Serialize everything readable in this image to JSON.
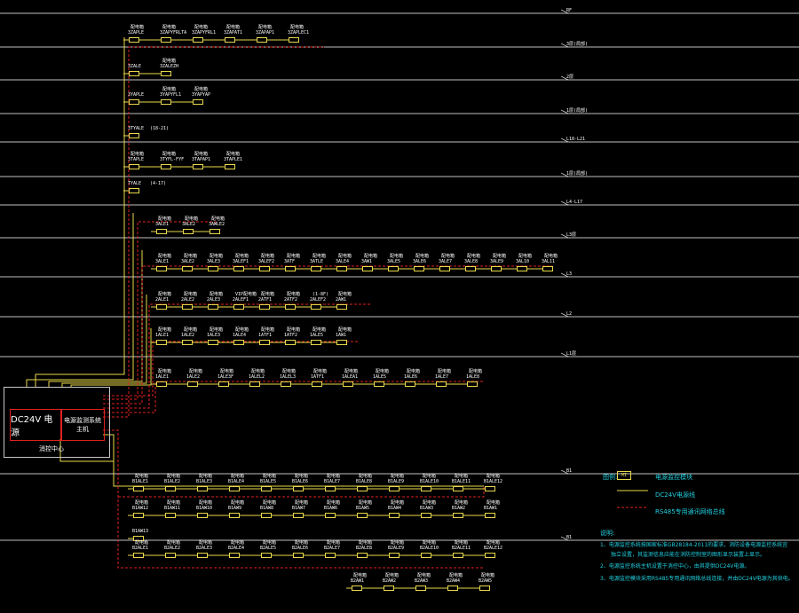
{
  "floors": [
    "RF",
    "3层(局部)",
    "2层",
    "1层(局部)",
    "L18-L21",
    "1层(局部)",
    "L4-L17",
    "L3层",
    "L3",
    "L2",
    "L1层",
    "B1",
    "B1"
  ],
  "risers": {
    "r1": {
      "labels": [
        "配电箱",
        "配电箱",
        "配电箱",
        "配电箱",
        "配电箱",
        "配电箱"
      ],
      "tags": [
        "3ZAPLE",
        "3ZAPYFRLTA",
        "3ZAPYFRL1",
        "3ZAPAT1",
        "3ZAPAP1",
        "3ZAPLEC1"
      ]
    },
    "r2": {
      "labels": [
        "",
        "配电箱"
      ],
      "tags": [
        "3ZALE",
        "3ZALEZH"
      ]
    },
    "r3": {
      "labels": [
        "",
        "配电箱",
        "配电箱"
      ],
      "tags": [
        "3YAPLE",
        "3YAPYFL1",
        "3YAPYAP"
      ]
    },
    "r4": {
      "labels": [
        ""
      ],
      "tags": [
        "3TYALE"
      ],
      "note": "(18-21)"
    },
    "r5": {
      "labels": [
        "配电箱",
        "配电箱",
        "配电箱",
        "配电箱"
      ],
      "tags": [
        "3TAPLE",
        "3TYFL-FYF",
        "3TAPAP1",
        "3TAPLE1"
      ]
    },
    "r6": {
      "labels": [
        ""
      ],
      "tags": [
        "TYALE"
      ],
      "note": "(4-17)"
    },
    "r7": {
      "labels": [
        "配电箱",
        "配电箱",
        "配电箱"
      ],
      "tags": [
        "3ALE1",
        "3ALE2",
        "3AWLE2"
      ]
    },
    "r8": {
      "labels": [
        "配电箱",
        "配电箱",
        "配电箱",
        "配电箱",
        "配电箱",
        "配电箱",
        "配电箱",
        "配电箱",
        "配电箱",
        "配电箱",
        "配电箱",
        "配电箱",
        "配电箱",
        "配电箱",
        "配电箱",
        "配电箱"
      ],
      "tags": [
        "3ALE1",
        "3ALE2",
        "3ALE3",
        "3ALEF1",
        "3ALEF2",
        "3ATF",
        "3ATLE",
        "3ALE4",
        "3AW1",
        "3ALE5",
        "3ALE6",
        "3ALE7",
        "3ALE8",
        "3ALE9",
        "3AL10",
        "3AL11"
      ]
    },
    "r9": {
      "labels": [
        "配电箱",
        "配电箱",
        "配电箱",
        "VIP配电箱",
        "配电箱",
        "配电箱",
        "(1-8F)",
        "配电箱"
      ],
      "tags": [
        "2ALE1",
        "2ALE2",
        "2ALE3",
        "2ALEF1",
        "2ATF1",
        "2ATF2",
        "2ALEF2",
        "2AW1"
      ]
    },
    "r10": {
      "labels": [
        "配电箱",
        "配电箱",
        "配电箱",
        "配电箱",
        "配电箱",
        "配电箱",
        "配电箱",
        "配电箱"
      ],
      "tags": [
        "1ALE1",
        "1ALE2",
        "1ALE3",
        "1ALE4",
        "1ATF1",
        "1ATF2",
        "1ALE5",
        "1AW1"
      ]
    },
    "r11": {
      "labels": [
        "配电箱",
        "配电箱",
        "配电箱",
        "配电箱",
        "配电箱",
        "配电箱",
        "配电箱",
        "配电箱",
        "配电箱",
        "配电箱",
        "配电箱"
      ],
      "tags": [
        "1ALE1",
        "1ALE2",
        "1ALE3F",
        "1ALEL2",
        "1ALEL3",
        "1ATF1",
        "1ALEA1",
        "1ALE5",
        "1ALE6",
        "1ALE7",
        "1ALE8"
      ]
    },
    "b1": {
      "labels": [
        "配电箱",
        "配电箱",
        "配电箱",
        "配电箱",
        "配电箱",
        "配电箱",
        "配电箱",
        "配电箱",
        "配电箱",
        "配电箱",
        "配电箱",
        "配电箱"
      ],
      "tags": [
        "B1ALE1",
        "B1ALE2",
        "B1ALE3",
        "B1ALE4",
        "B1ALE5",
        "B1ALE6",
        "B1ALE7",
        "B1ALE8",
        "B1ALE9",
        "B1ALE10",
        "B1ALE11",
        "B1ALE12"
      ]
    },
    "b2": {
      "labels": [
        "配电箱",
        "配电箱",
        "配电箱",
        "配电箱",
        "配电箱",
        "配电箱",
        "配电箱",
        "配电箱",
        "配电箱",
        "配电箱",
        "配电箱",
        "配电箱"
      ],
      "tags": [
        "B1AW12",
        "B1AW11",
        "B1AW10",
        "B1AW9",
        "B1AW8",
        "B1AW7",
        "B1AW6",
        "B1AW5",
        "B1AW4",
        "B1AW3",
        "B1AW2",
        "B1AW1"
      ]
    },
    "b3": {
      "labels": [
        ""
      ],
      "tags": [
        "B1AW13"
      ]
    },
    "b4": {
      "labels": [
        "配电箱",
        "配电箱",
        "配电箱",
        "配电箱",
        "配电箱",
        "配电箱",
        "配电箱",
        "配电箱",
        "配电箱",
        "配电箱",
        "配电箱",
        "配电箱"
      ],
      "tags": [
        "B2ALE1",
        "B2ALE2",
        "B2ALE3",
        "B2ALE4",
        "B2ALE5",
        "B2ALE6",
        "B2ALE7",
        "B2ALE8",
        "B2ALE9",
        "B2ALE10",
        "B2ALE11",
        "B2ALE12"
      ]
    },
    "b5": {
      "labels": [
        "配电箱",
        "配电箱",
        "配电箱",
        "配电箱",
        "配电箱"
      ],
      "tags": [
        "B2AW1",
        "B2AW2",
        "B2AW3",
        "B2AW4",
        "B2AW5"
      ]
    }
  },
  "control": {
    "psu_label": "DC24V 电源",
    "monitor_label": "电源监测系统主机",
    "center_label": "消控中心"
  },
  "legend": {
    "title": "图例:",
    "box_text": "MI",
    "module": "电源监控模块",
    "dc_line": "DC24V电源线",
    "rs485_line": "RS485专用通讯网络总线"
  },
  "notes": {
    "title": "说明:",
    "n1": "1、电源监控系统按国家标准GB28184-2011的要求，消防设备电源监控系统宜",
    "n1b": "独立设置，其监测信息应能在消防控制室的图形显示装置上显示。",
    "n2": "2、电源监控系统主机设置于消控中心，由其提供DC24V电源。",
    "n3": "3、电源监控模块采用RS485专用通讯网络总线连接，并由DC24V电源为其供电。"
  },
  "colors": {
    "bus_yellow": "#e8d84a",
    "bus_red": "#e02020",
    "floor_line": "#ffffff",
    "text_cyan": "#20d0e0"
  }
}
